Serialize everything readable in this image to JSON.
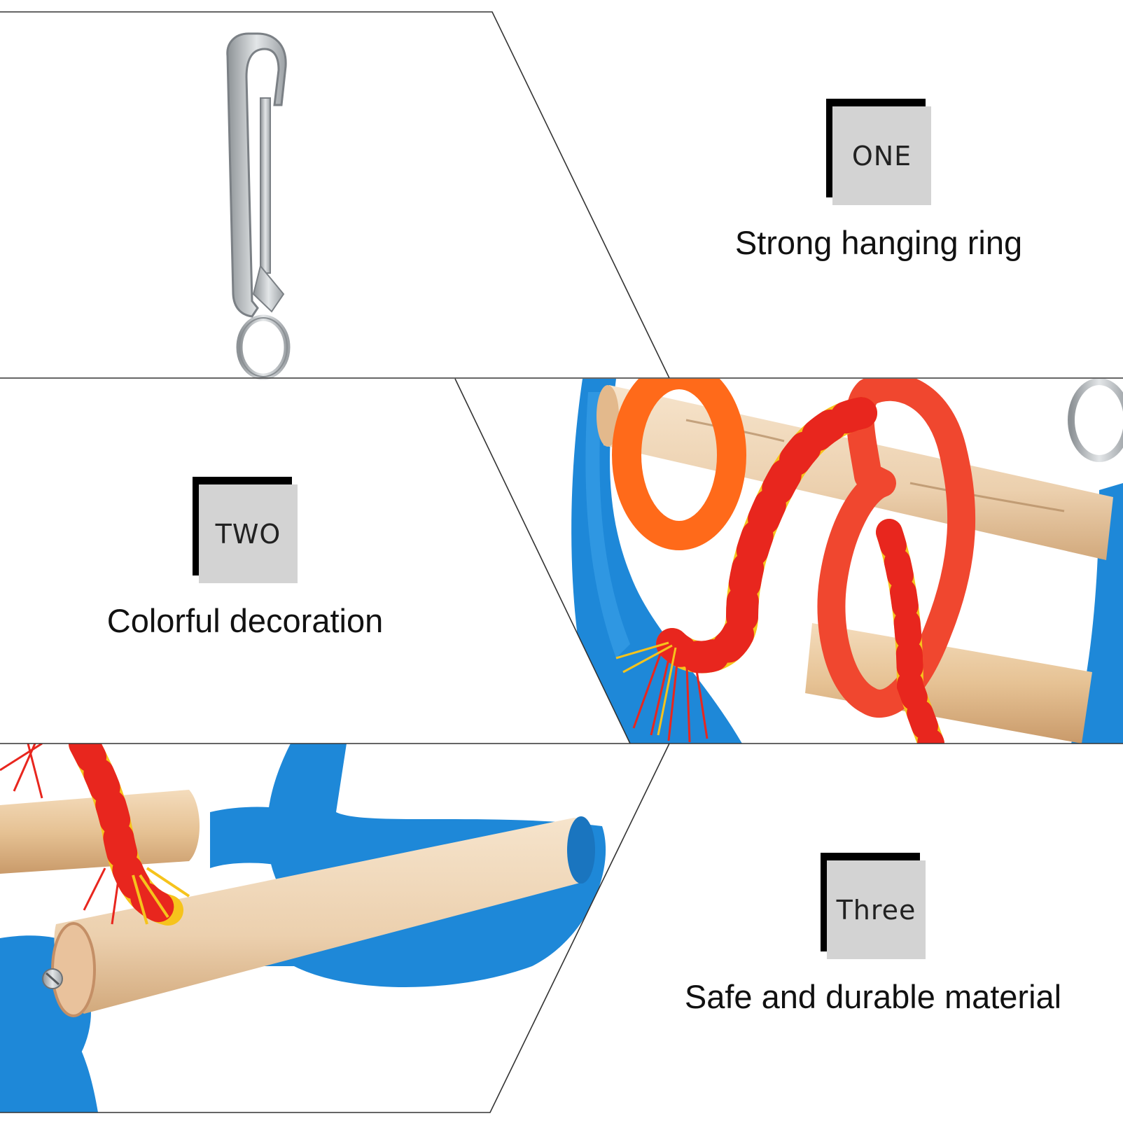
{
  "features": [
    {
      "badge": "ONE",
      "text": "Strong hanging ring"
    },
    {
      "badge": "TWO",
      "text": "Colorful decoration"
    },
    {
      "badge": "Three",
      "text": "Safe and durable material"
    }
  ],
  "colors": {
    "background": "#ffffff",
    "badge_fill": "#d3d3d3",
    "badge_border": "#000000",
    "text": "#111111",
    "blue_stand": "#1e88d8",
    "wood": "#e9c9a0",
    "orange_ring": "#ff6a1a",
    "red_ring": "#f0472f",
    "rope_red": "#e8261e",
    "rope_yellow": "#f6c31c",
    "metal": "#c6c9cc"
  },
  "icons": [
    "metal-clip-icon",
    "bird-swing-icon",
    "wooden-perch-icon"
  ]
}
